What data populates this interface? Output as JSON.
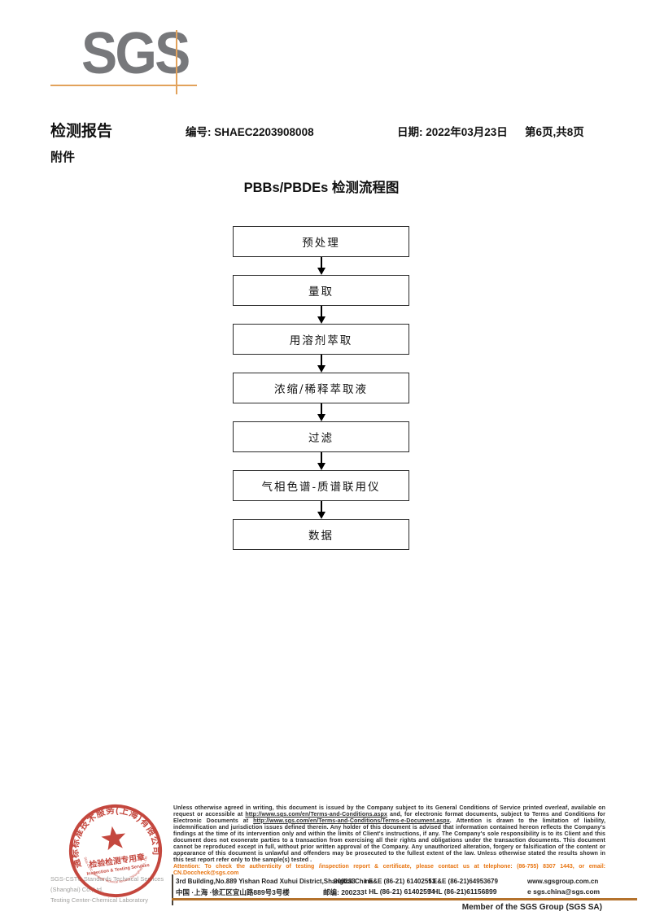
{
  "colors": {
    "logo_gray": "#77787b",
    "accent_orange": "#e2a25b",
    "attention_orange": "#e87511",
    "stamp_red": "#c03a30",
    "footer_rule_brown": "#b4722c"
  },
  "logo": {
    "text": "SGS"
  },
  "header": {
    "report_title": "检测报告",
    "report_no": "编号: SHAEC2203908008",
    "date": "日期: 2022年03月23日",
    "page_info": "第6页,共8页",
    "attachment_label": "附件"
  },
  "flowchart": {
    "title": "PBBs/PBDEs 检测流程图",
    "steps": [
      "预处理",
      "量取",
      "用溶剂萃取",
      "浓缩/稀释萃取液",
      "过滤",
      "气相色谱-质谱联用仪",
      "数据"
    ]
  },
  "stamp": {
    "ring_text": "通标标准技术服务(上海)有限公司",
    "inner_arc_text": "SGS-CSTC Standards Technical Services (Shanghai) Co., Ltd.",
    "line1": "检验检测专用章",
    "line2": "Inspection & Testing Services"
  },
  "footer": {
    "company_line1": "SGS-CSTC Standards Technical Services (Shanghai) Co.,Ltd.",
    "company_line2": "Testing Center-Chemical Laboratory",
    "disclaimer_parts": [
      {
        "t": "Unless otherwise agreed in writing, this document is issued by the Company subject to its General Conditions of Service printed overleaf, available on request or accessible at "
      },
      {
        "t": "http://www.sgs.com/en/Terms-and-Conditions.aspx",
        "link": true
      },
      {
        "t": " and, for electronic format documents, subject to Terms and Conditions for Electronic Documents at "
      },
      {
        "t": "http://www.sgs.com/en/Terms-and-Conditions/Terms-e-Document.aspx",
        "link": true
      },
      {
        "t": ". Attention is drawn to the limitation of liability, indemnification and jurisdiction issues defined therein. Any holder of this document is advised that information contained hereon reflects the Company's findings at the time of its intervention only and within the limits of Client's instructions, if any. The Company's sole responsibility is to its Client and this document does not exonerate parties to a transaction from exercising all their rights and obligations under the transaction documents. This document cannot be reproduced except in full, without prior written approval of the Company. Any unauthorized alteration, forgery or falsification of the content or appearance of this document is unlawful and offenders may be prosecuted to the fullest extent of the law. Unless otherwise stated the results shown in this test report refer only to the sample(s) tested ."
      }
    ],
    "attention": "Attention: To check the authenticity of testing /inspection report & certificate, please contact us at telephone: (86-755) 8307 1443, or email: CN.Doccheck@sgs.com",
    "address_en": "3rd Building,No.889 Yishan Road Xuhui District,Shanghai China",
    "zip_en": "200233",
    "tel_en": "t E&E (86-21) 61402553",
    "fax_en": "f E&E (86-21)64953679",
    "web": "www.sgsgroup.com.cn",
    "address_cn": "中国 ·上海 ·徐汇区宜山路889号3号楼",
    "zip_cn": "邮编: 200233",
    "tel_cn": "t HL (86-21) 61402594",
    "fax_cn": "f HL (86-21)61156899",
    "email": "e  sgs.china@sgs.com",
    "member_label": "Member of the SGS Group (SGS SA)"
  }
}
